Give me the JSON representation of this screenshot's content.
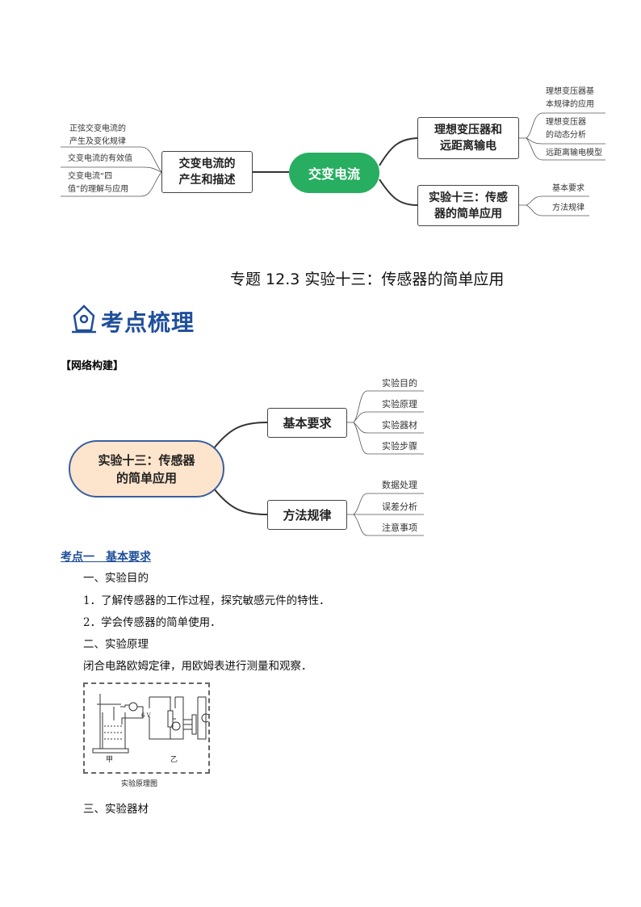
{
  "mindmap1": {
    "center": "交变电流",
    "left_branch": {
      "label_l1": "交变电流的",
      "label_l2": "产生和描述",
      "leaves": [
        [
          "正弦交变电流的",
          "产生及变化规律"
        ],
        [
          "交变电流的有效值"
        ],
        [
          "交变电流“四",
          "值”的理解与应用"
        ]
      ]
    },
    "right_top": {
      "label_l1": "理想变压器和",
      "label_l2": "远距离输电",
      "leaves": [
        [
          "理想变压器基",
          "本规律的应用"
        ],
        [
          "理想变压器",
          "的动态分析"
        ],
        [
          "远距离输电模型"
        ]
      ]
    },
    "right_bottom": {
      "label_l1": "实验十三：传感",
      "label_l2": "器的简单应用",
      "leaves": [
        [
          "基本要求"
        ],
        [
          "方法规律"
        ]
      ]
    },
    "colors": {
      "center": "#27ae60"
    }
  },
  "doc_title": "专题 12.3 实验十三：传感器的简单应用",
  "section_heading": {
    "icon": "pen-nib-icon",
    "text": "考点梳理",
    "color": "#1f4e9c"
  },
  "network_label": "【网络构建】",
  "mindmap2": {
    "center_l1": "实验十三：传感器",
    "center_l2": "的简单应用",
    "branch1": {
      "label": "基本要求",
      "leaves": [
        "实验目的",
        "实验原理",
        "实验器材",
        "实验步骤"
      ]
    },
    "branch2": {
      "label": "方法规律",
      "leaves": [
        "数据处理",
        "误差分析",
        "注意事项"
      ]
    },
    "colors": {
      "center_fill": "#fde4cc",
      "center_border": "#3a5fa0"
    }
  },
  "kaodian1": "考点一　基本要求",
  "body": {
    "h1": "一、实验目的",
    "p1": "1．了解传感器的工作过程，探究敏感元件的特性．",
    "p2": "2．学会传感器的简单使用．",
    "h2": "二、实验原理",
    "p3": "闭合电路欧姆定律，用欧姆表进行测量和观察．",
    "figure": {
      "label_jia": "甲",
      "label_yi": "乙",
      "voltage": "6 V",
      "meter": "Ω",
      "caption": "实验原理图"
    },
    "h3": "三、实验器材"
  }
}
